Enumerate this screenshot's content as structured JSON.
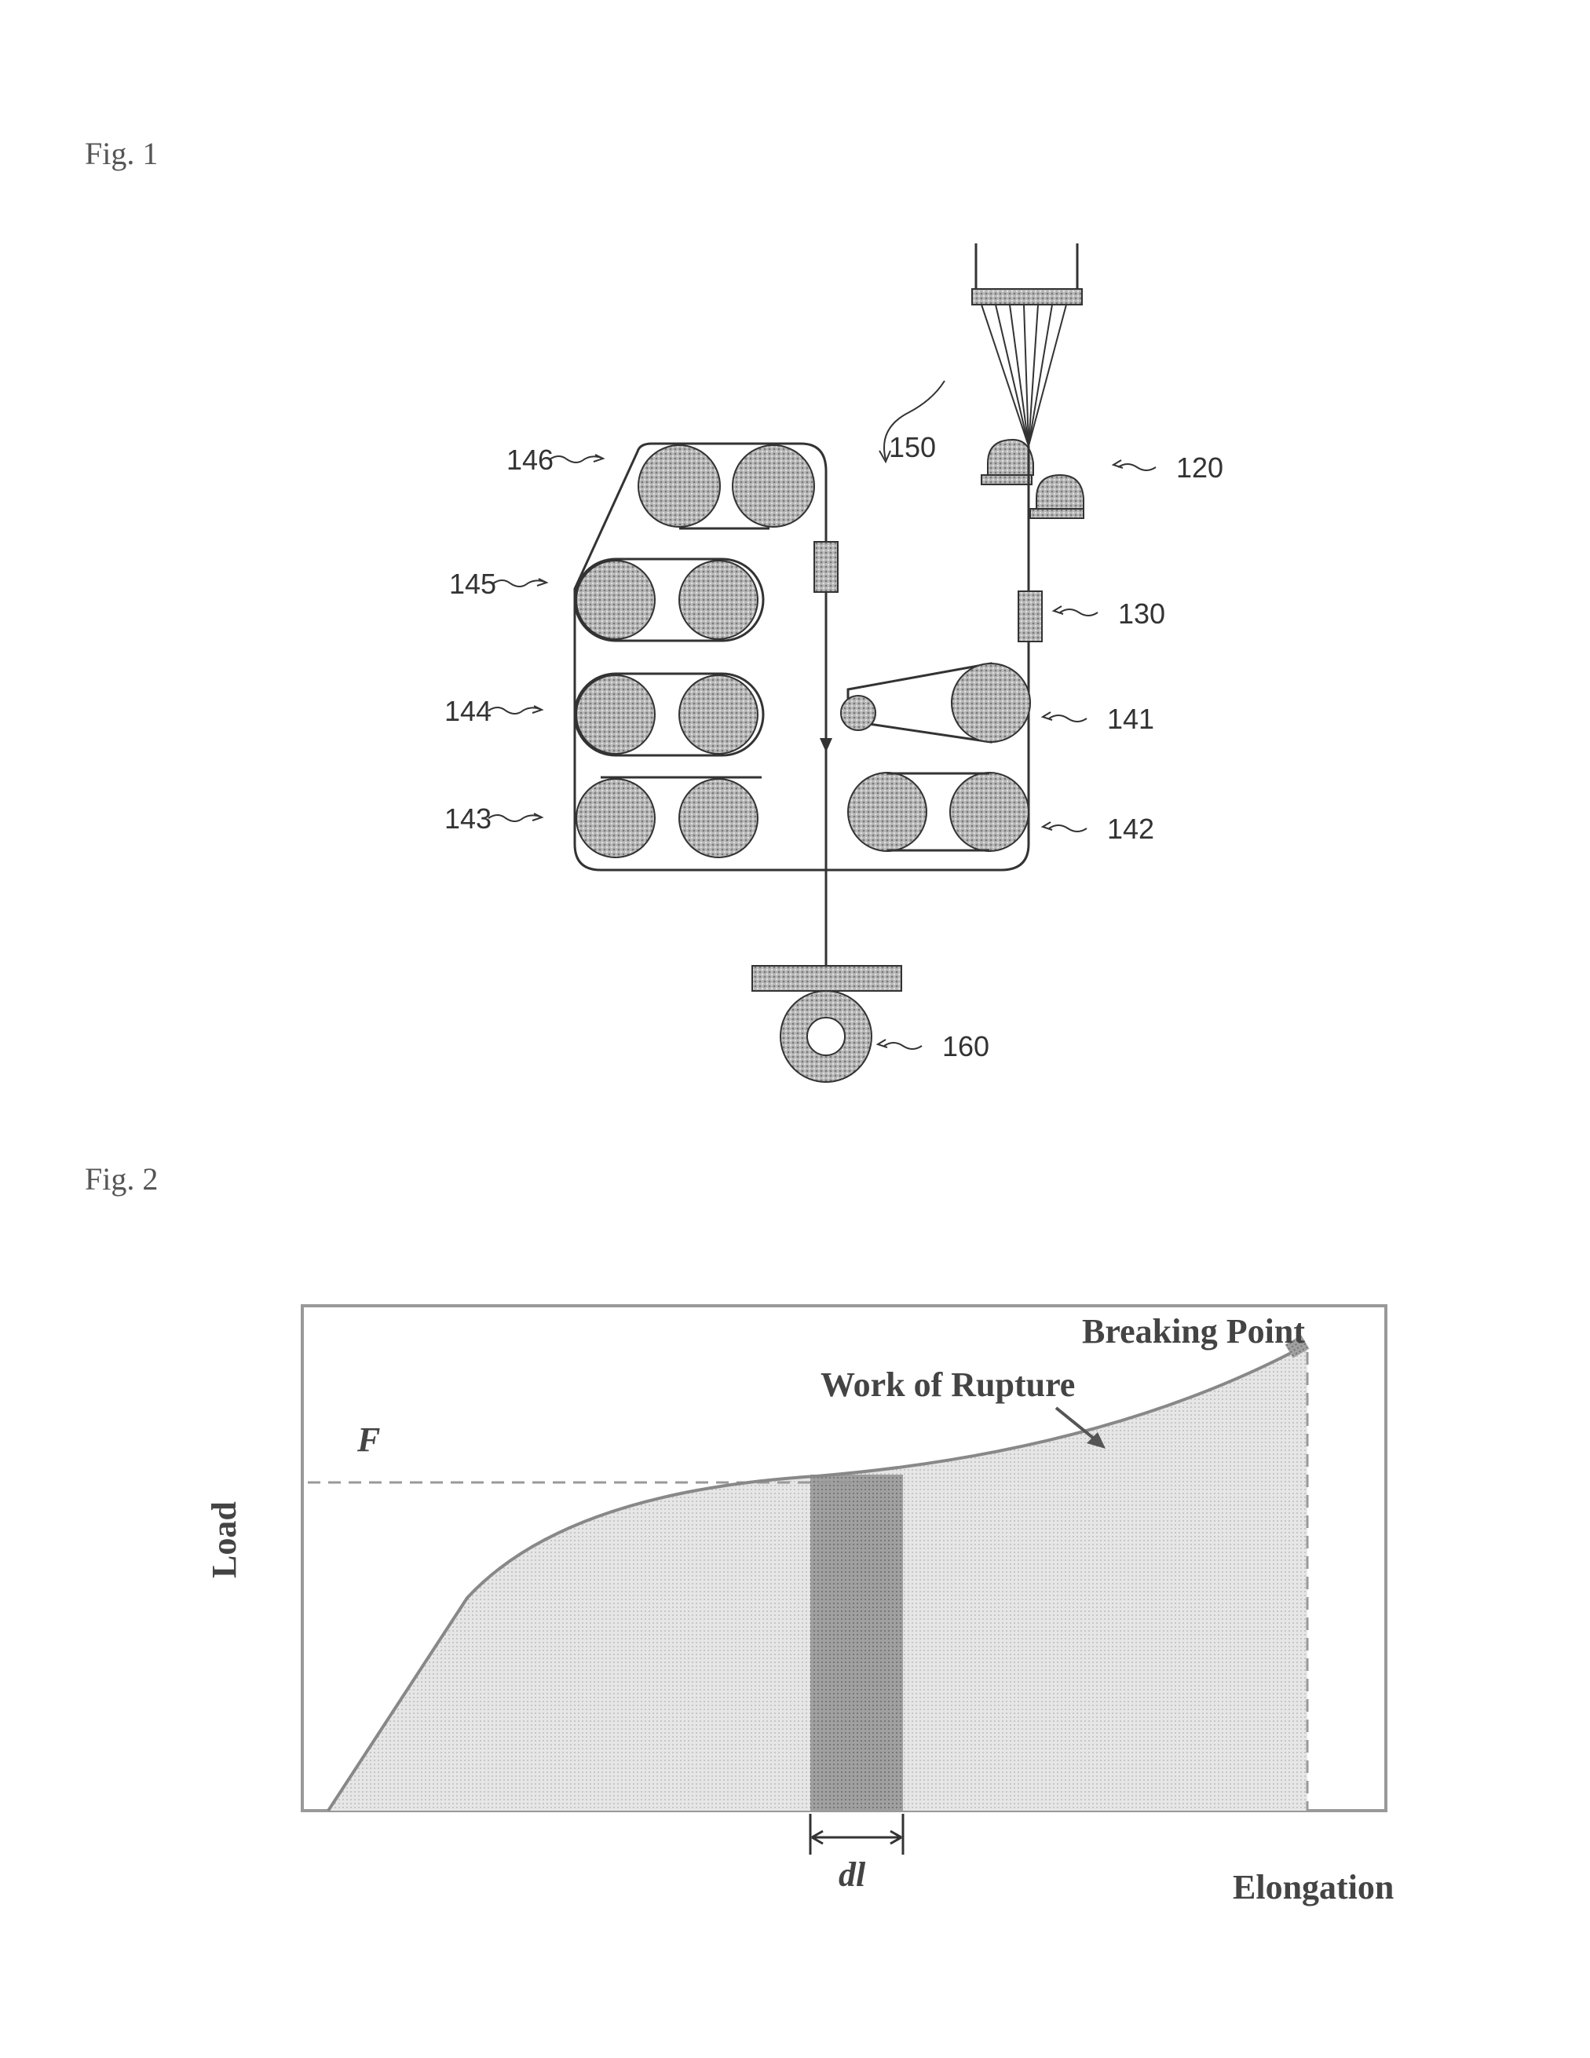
{
  "fig1": {
    "label": "Fig. 1",
    "refs": {
      "r120": "120",
      "r130": "130",
      "r141": "141",
      "r142": "142",
      "r143": "143",
      "r144": "144",
      "r145": "145",
      "r146": "146",
      "r150": "150",
      "r160": "160"
    }
  },
  "fig2": {
    "label": "Fig. 2",
    "breaking_point": "Breaking Point",
    "work_of_rupture": "Work of Rupture",
    "f_label": "F",
    "dl_label": "dl",
    "ylabel": "Load",
    "xlabel": "Elongation"
  },
  "colors": {
    "line": "#333333",
    "roller_fill": "#a8a8a8",
    "area_fill": "#d9d9d9",
    "strip_fill": "#9a9a9a"
  }
}
